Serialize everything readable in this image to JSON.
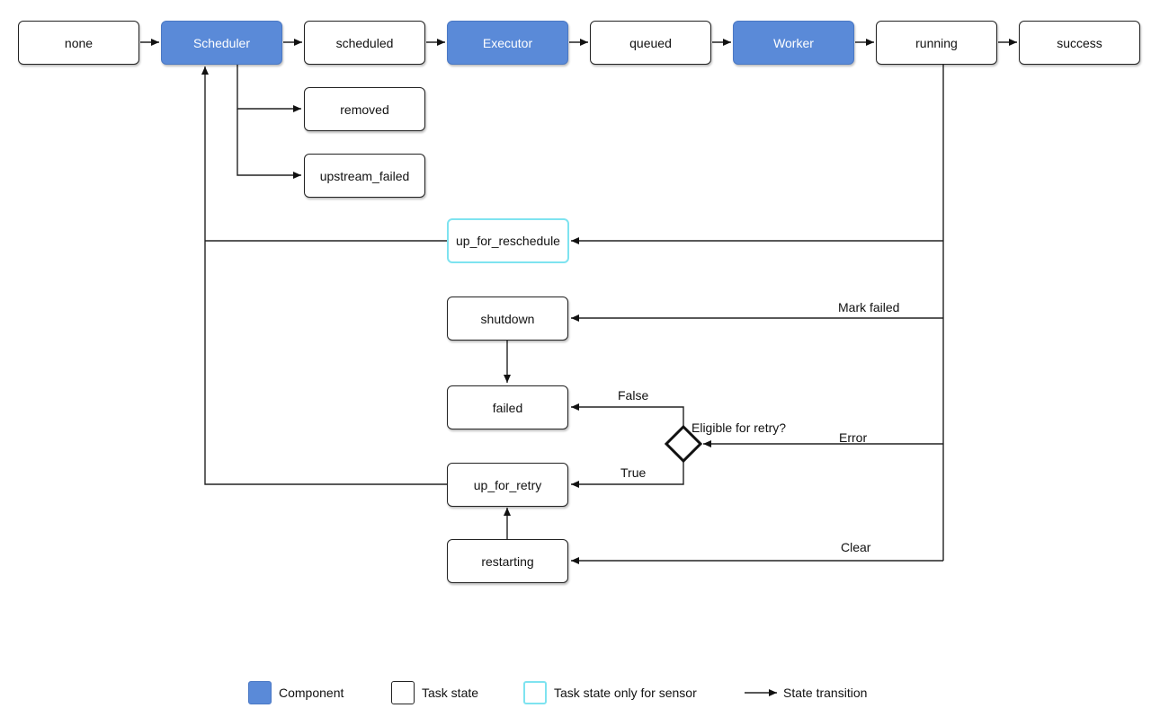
{
  "nodes": {
    "none": "none",
    "scheduler": "Scheduler",
    "scheduled": "scheduled",
    "executor": "Executor",
    "queued": "queued",
    "worker": "Worker",
    "running": "running",
    "success": "success",
    "removed": "removed",
    "upstream_failed": "upstream_failed",
    "up_for_reschedule": "up_for_reschedule",
    "shutdown": "shutdown",
    "failed": "failed",
    "up_for_retry": "up_for_retry",
    "restarting": "restarting"
  },
  "edge_labels": {
    "mark_failed": "Mark failed",
    "false": "False",
    "eligible": "Eligible for retry?",
    "error": "Error",
    "true": "True",
    "clear": "Clear"
  },
  "legend": {
    "component": "Component",
    "task_state": "Task state",
    "sensor_state": "Task state only for sensor",
    "transition": "State transition"
  },
  "colors": {
    "component": "#5a8ad8",
    "sensor_border": "#7ee3f0",
    "stroke": "#222222"
  }
}
